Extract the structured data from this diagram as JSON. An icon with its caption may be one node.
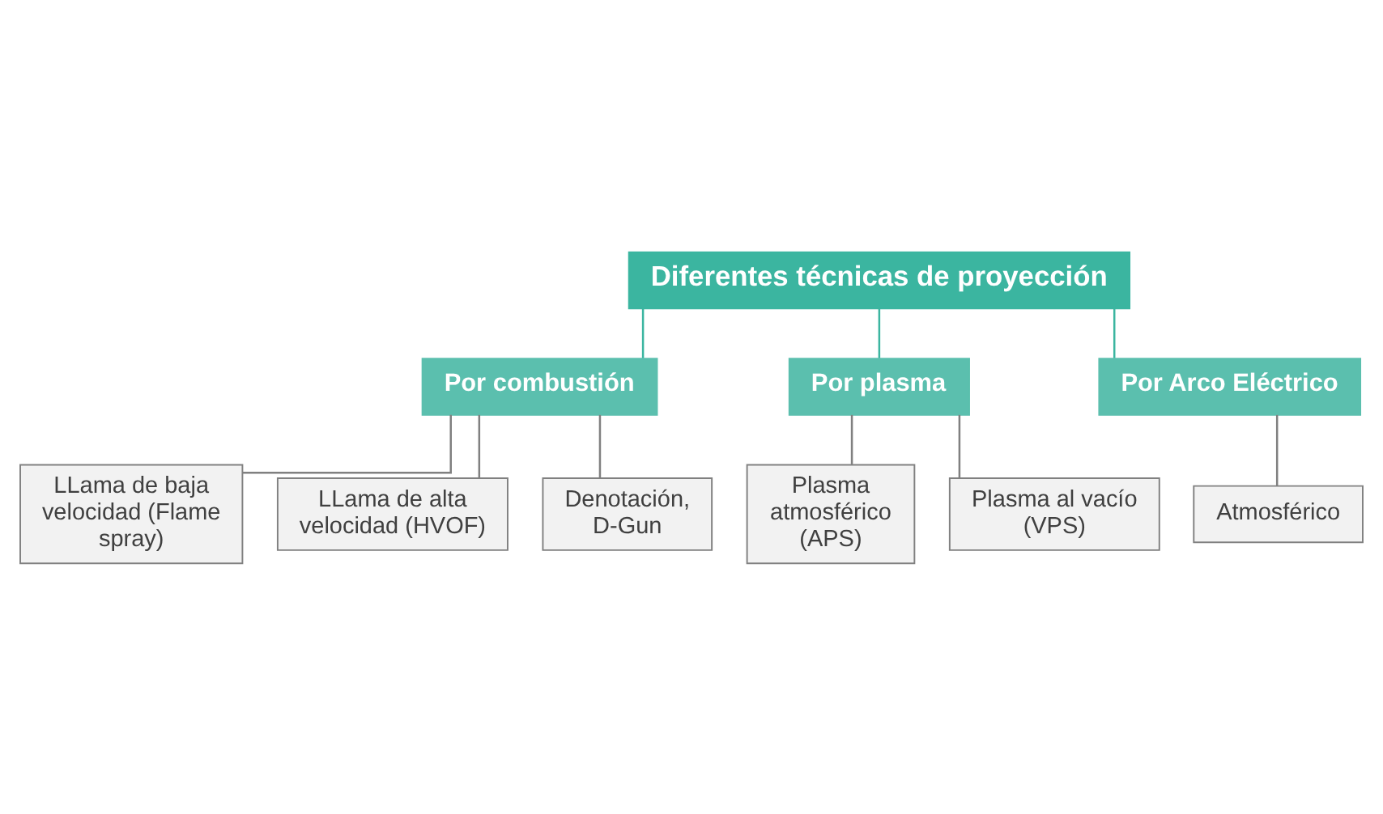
{
  "diagram": {
    "nodes": [
      {
        "text": [
          "Diferentes técnicas de proyección"
        ]
      },
      {
        "text": [
          "Por combustión"
        ]
      },
      {
        "text": [
          "Por plasma"
        ]
      },
      {
        "text": [
          "Por Arco Eléctrico"
        ]
      },
      {
        "text": [
          "LLama de baja velocidad (Flame spray)"
        ]
      },
      {
        "text": [
          "LLama de alta velocidad (HVOF)"
        ]
      },
      {
        "text": [
          "Denotación, D-Gun"
        ]
      },
      {
        "text": [
          "Plasma atmosférico (APS)"
        ]
      },
      {
        "text": [
          "Plasma al vacío (VPS)"
        ]
      },
      {
        "text": [
          "Atmosférico"
        ]
      }
    ],
    "edges": [
      {
        "from": 0,
        "to": 1,
        "arrow": "none",
        "color": "#3bb5a0"
      },
      {
        "from": 0,
        "to": 2,
        "arrow": "none",
        "color": "#3bb5a0"
      },
      {
        "from": 0,
        "to": 3,
        "arrow": "none",
        "color": "#3bb5a0"
      },
      {
        "from": 1,
        "to": 4,
        "arrow": "none"
      },
      {
        "from": 1,
        "to": 5,
        "arrow": "none"
      },
      {
        "from": 1,
        "to": 6,
        "arrow": "none"
      },
      {
        "from": 2,
        "to": 7,
        "arrow": "none"
      },
      {
        "from": 2,
        "to": 8,
        "arrow": "none"
      },
      {
        "from": 3,
        "to": 9,
        "arrow": "none"
      }
    ]
  }
}
